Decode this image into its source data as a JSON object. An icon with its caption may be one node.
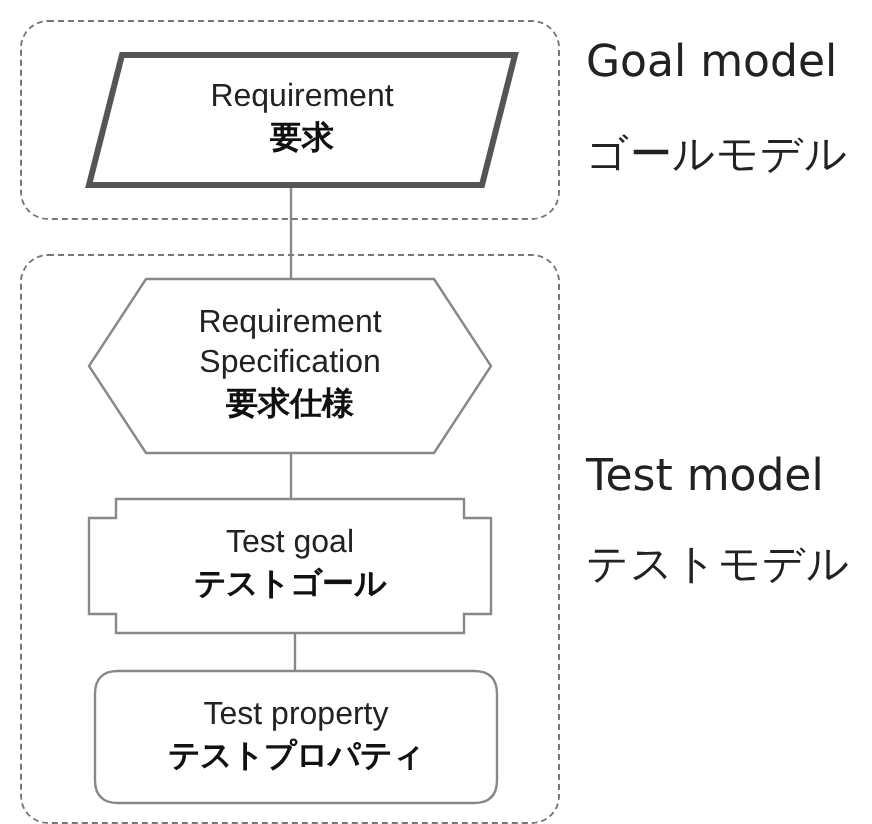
{
  "diagram": {
    "nodes": [
      {
        "text": [
          "Goal model",
          "ゴールモデル"
        ]
      },
      {
        "text": [
          "Requirement",
          "要求"
        ],
        "in": 0
      },
      {
        "text": [
          "Test model",
          "テストモデル"
        ]
      },
      {
        "text": [
          "Requirement Specification",
          "要求仕様"
        ],
        "in": 2
      },
      {
        "text": [
          "Test goal",
          "テストゴール"
        ],
        "in": 2
      },
      {
        "text": [
          "Test property",
          "テストプロパティ"
        ],
        "in": 2
      }
    ],
    "edges": [
      {
        "from": 1,
        "to": 3,
        "arrow": "none"
      },
      {
        "from": 3,
        "to": 4,
        "arrow": "none"
      },
      {
        "from": 4,
        "to": 5,
        "arrow": "none"
      }
    ]
  }
}
